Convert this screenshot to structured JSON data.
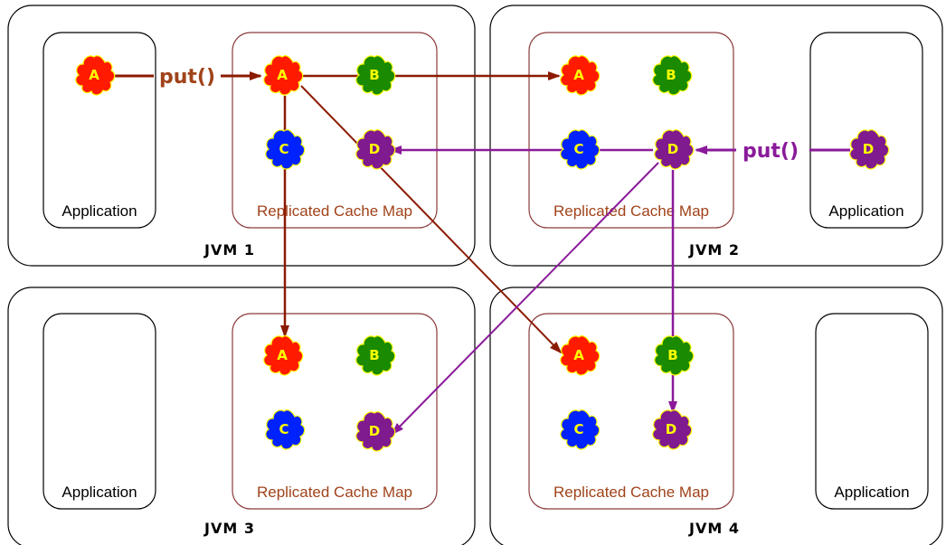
{
  "colors": {
    "blob_A": "#ff1a00",
    "blob_B": "#1a8a00",
    "blob_C": "#0022ff",
    "blob_D": "#7f1a8f",
    "blob_letter": "#ffff00",
    "arrow_A": "#8b1a00",
    "arrow_D": "#8a1a9a",
    "cache_border": "#8b3a3a",
    "cache_text": "#a0431a"
  },
  "labels": {
    "application": "Application",
    "cache_map": "Replicated Cache Map",
    "put": "put()"
  },
  "jvms": [
    {
      "name": "JVM 1"
    },
    {
      "name": "JVM 2"
    },
    {
      "name": "JVM 3"
    },
    {
      "name": "JVM 4"
    }
  ],
  "blob_letters": [
    "A",
    "B",
    "C",
    "D"
  ]
}
